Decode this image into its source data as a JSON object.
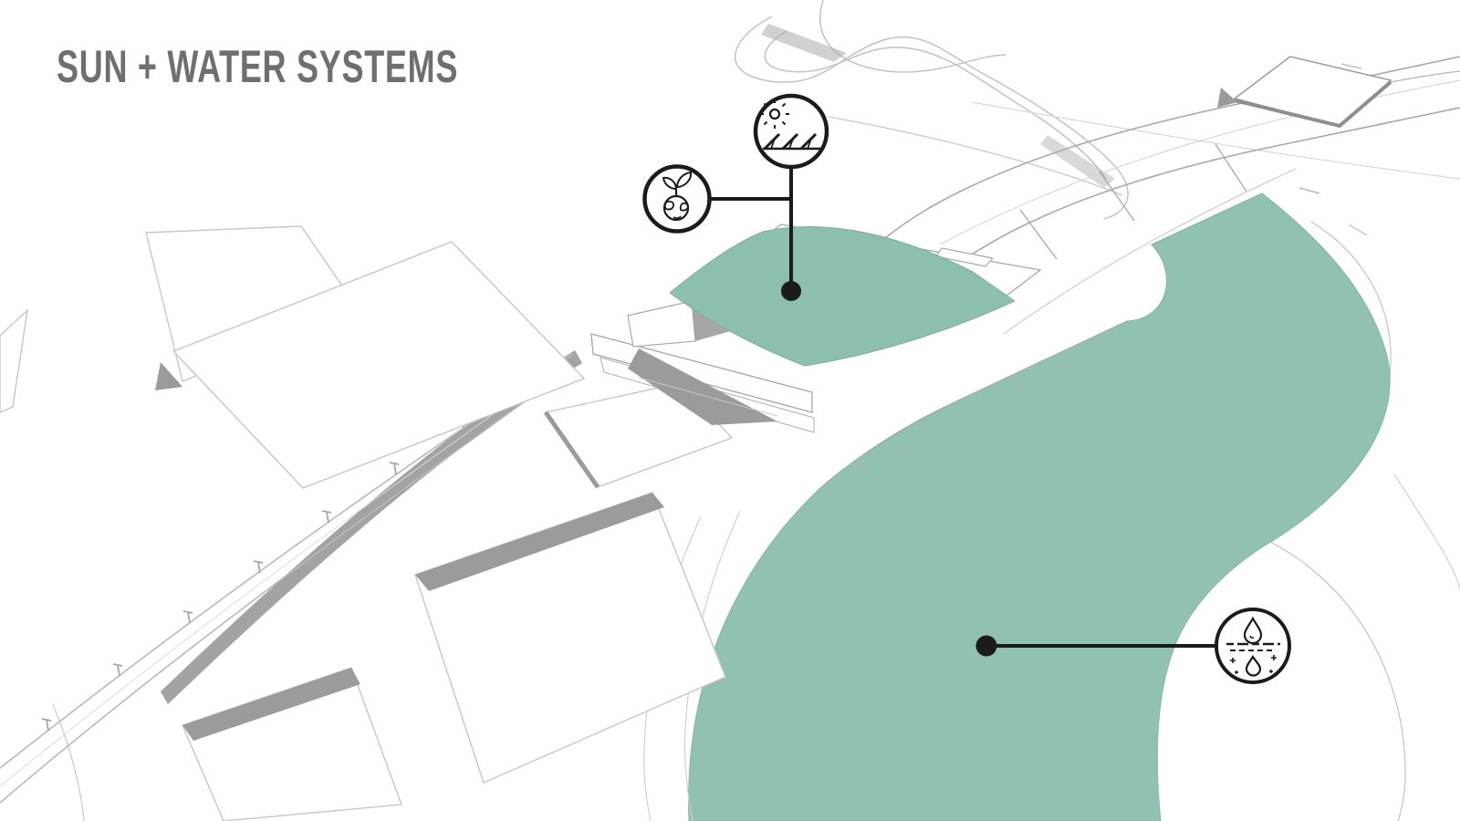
{
  "title": {
    "text": "SUN + WATER SYSTEMS"
  },
  "palette": {
    "background": "#ffffff",
    "water": "#90c1b2",
    "roof": "#8cbfae",
    "ink": "#1b1b1b",
    "title_gray": "#6f6f6f",
    "sketch_light": "#c6c6c6",
    "sketch_mid": "#a4a4a4",
    "shadow_gray": "#9b9b9b"
  },
  "callouts": [
    {
      "id": "solar",
      "icon": "sun-over-solar-panels-icon",
      "points_to": "building green roof"
    },
    {
      "id": "greenery",
      "icon": "earth-with-sprout-icon",
      "points_to": "building green roof"
    },
    {
      "id": "water",
      "icon": "water-filtration-drops-icon",
      "points_to": "river"
    }
  ]
}
